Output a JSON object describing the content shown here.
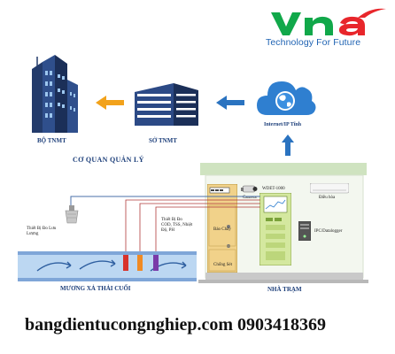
{
  "brand": {
    "logo_text": "vna",
    "tagline": "Technology For Future",
    "colors": {
      "green": "#11a84a",
      "red": "#e8262b",
      "blue": "#1f63b3"
    }
  },
  "management": {
    "ministry": "BỘ TNMT",
    "department": "SỞ TNMT",
    "cloud": "Internet/IP Tĩnh",
    "group": "CƠ QUAN QUẢN LÝ"
  },
  "station": {
    "title": "NHÀ TRẠM",
    "camera": "Camera",
    "cabinet": "WDET-1000",
    "ac": "Điều hòa",
    "ipc": "IPC/Datalogger",
    "fire_alarm": "Báo Cháy",
    "lightning": "Chống Sét"
  },
  "channel": {
    "title": "MƯƠNG XẢ THẢI CUỐI",
    "flow_sensor": "Thiết Bị Đo Lưu Lượng",
    "quality_sensor": "Thiết Bị Đo COD, TSS, Nhiệt Độ, PH"
  },
  "footer": {
    "text": "bangdientucongnghiep.com 0903418369"
  }
}
